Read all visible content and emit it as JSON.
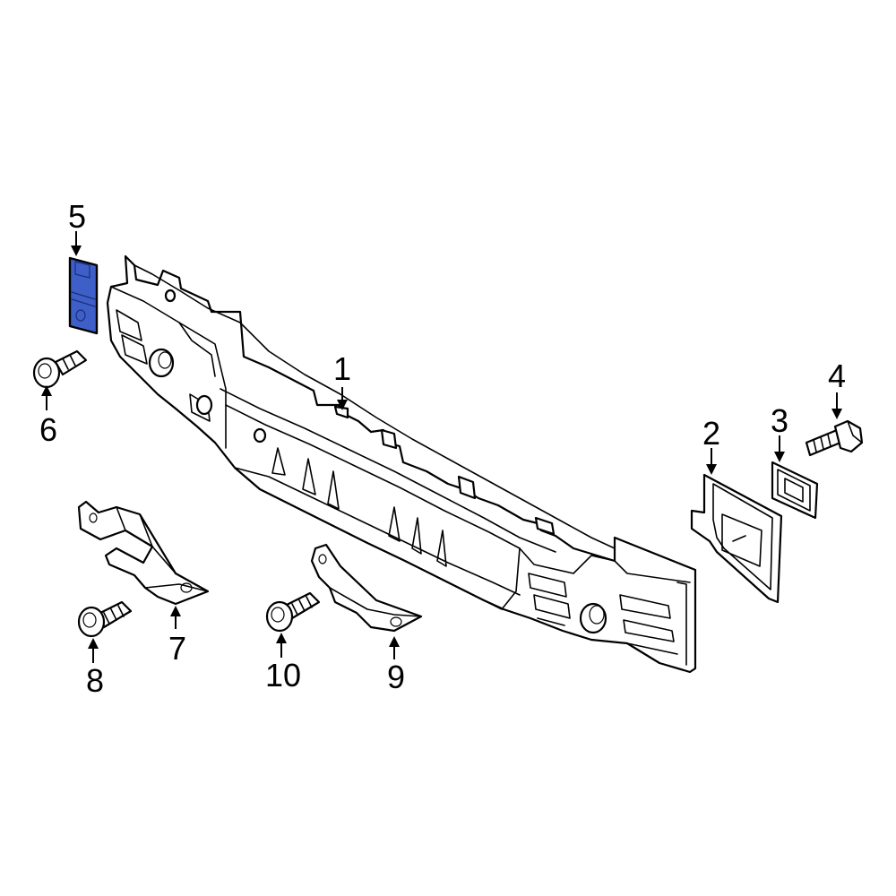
{
  "diagram": {
    "highlight_color": "#3f5fc8",
    "highlight_stroke": "#1a2f7a",
    "line_color": "#000000",
    "background": "#ffffff",
    "highlighted_part": "5",
    "callouts": [
      {
        "id": "c1",
        "label": "1"
      },
      {
        "id": "c2",
        "label": "2"
      },
      {
        "id": "c3",
        "label": "3"
      },
      {
        "id": "c4",
        "label": "4"
      },
      {
        "id": "c5",
        "label": "5"
      },
      {
        "id": "c6",
        "label": "6"
      },
      {
        "id": "c7",
        "label": "7"
      },
      {
        "id": "c8",
        "label": "8"
      },
      {
        "id": "c9",
        "label": "9"
      },
      {
        "id": "c10",
        "label": "10"
      }
    ]
  }
}
